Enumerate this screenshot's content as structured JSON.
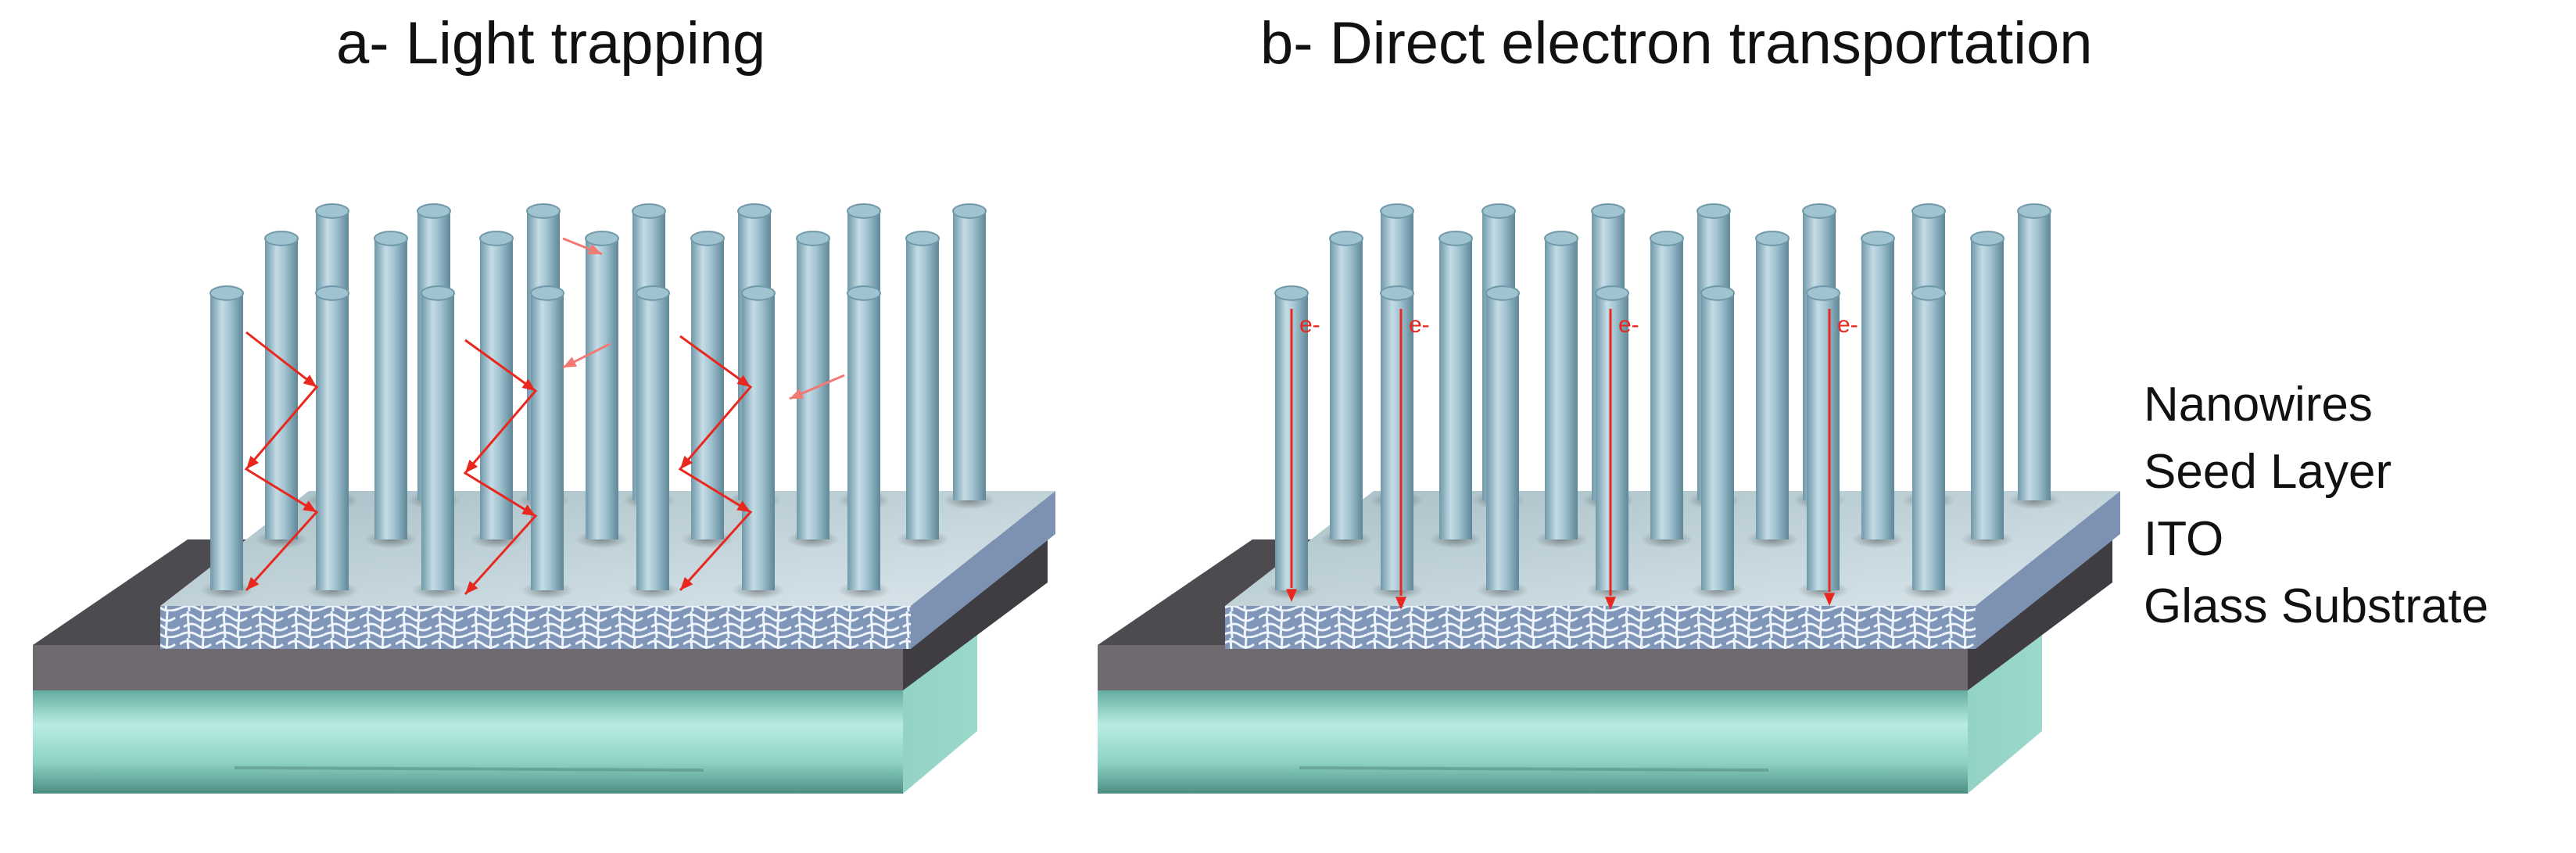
{
  "panels": [
    {
      "id": "a",
      "title": "a- Light trapping"
    },
    {
      "id": "b",
      "title": "b- Direct electron transportation"
    }
  ],
  "layers": [
    "Nanowires",
    "Seed Layer",
    "ITO",
    "Glass Substrate"
  ],
  "electron_label": "e-",
  "colors": {
    "arrow": "#e8281e",
    "wire": "#9cbfca",
    "ito": "#6e6a70",
    "glass": "#8ed4c6",
    "seed": "#b9cfdf"
  }
}
